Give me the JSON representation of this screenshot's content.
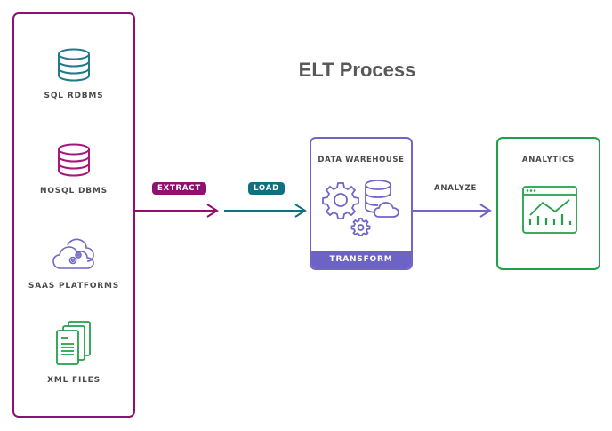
{
  "title": "ELT Process",
  "sources": [
    {
      "label": "SQL RDBMS",
      "icon": "database-icon",
      "color": "#1e7b8c"
    },
    {
      "label": "NOSQL DBMS",
      "icon": "database-icon",
      "color": "#a8157f"
    },
    {
      "label": "SAAS PLATFORMS",
      "icon": "cloud-gears-icon",
      "color": "#7066c8"
    },
    {
      "label": "XML FILES",
      "icon": "documents-icon",
      "color": "#21a049"
    }
  ],
  "steps": {
    "extract": {
      "label": "EXTRACT",
      "color": "#8c1170"
    },
    "load": {
      "label": "LOAD",
      "color": "#11707f"
    },
    "analyze": {
      "label": "ANALYZE",
      "color": "#7066c8"
    }
  },
  "warehouse": {
    "title": "DATA WAREHOUSE",
    "footer": "TRANSFORM",
    "color": "#6d63c6"
  },
  "analytics": {
    "title": "ANALYTICS",
    "color": "#21a049"
  }
}
